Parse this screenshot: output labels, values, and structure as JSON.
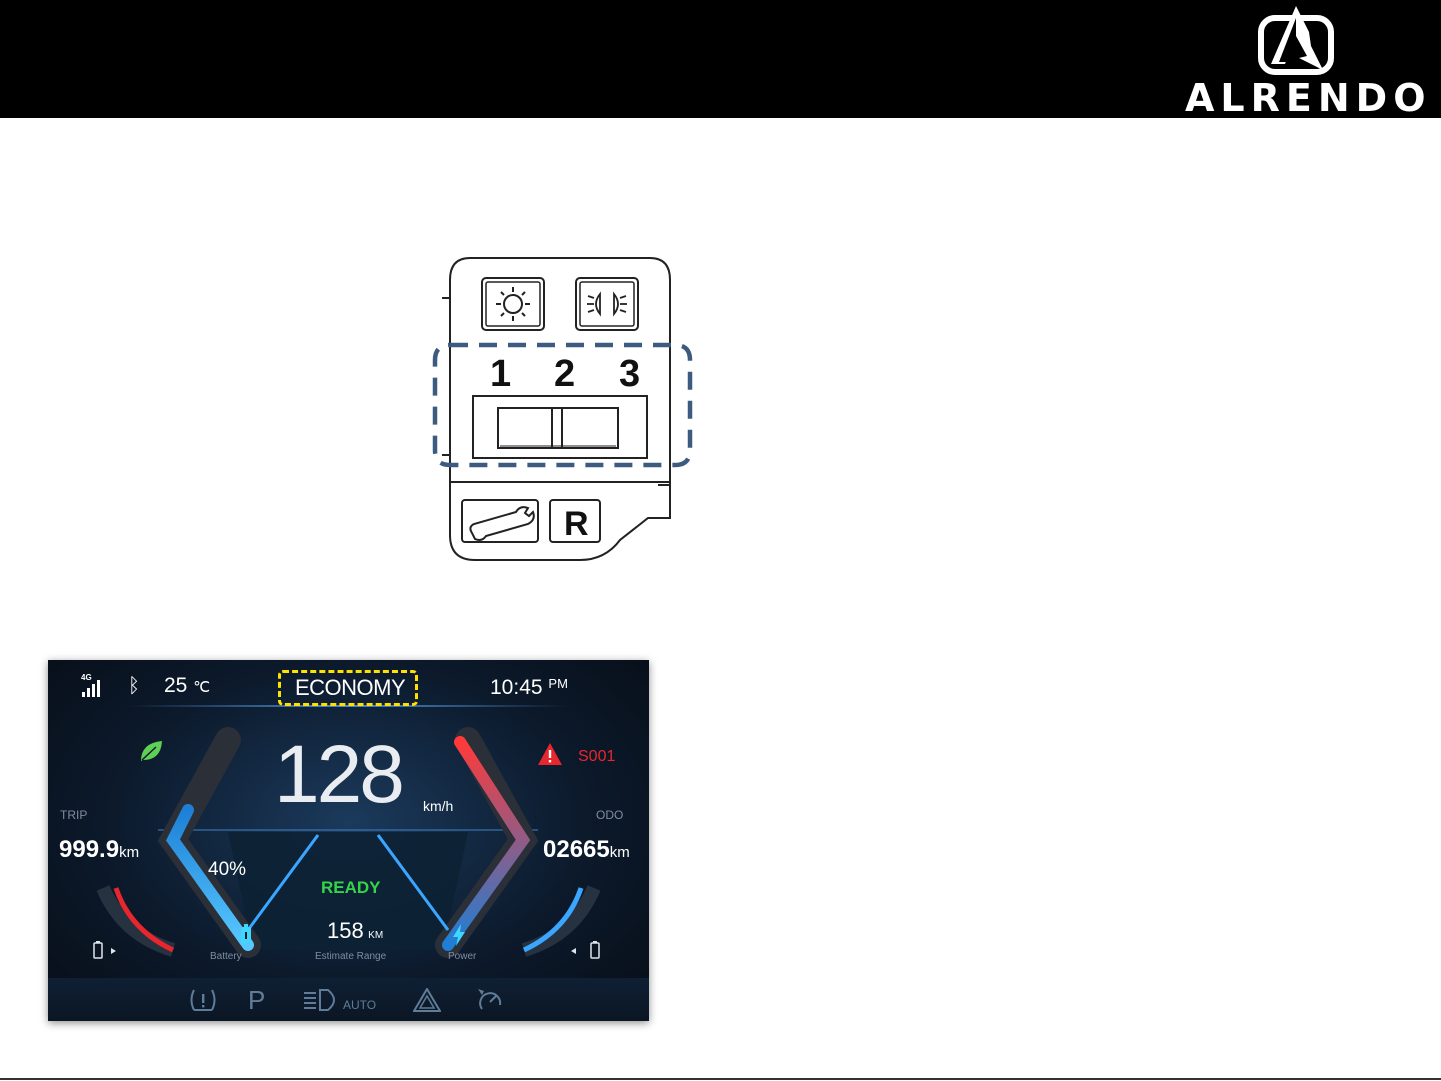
{
  "brand": {
    "name": "ALRENDO"
  },
  "control_panel": {
    "buttons_top": [
      "sun-light-icon",
      "low-beam-icon"
    ],
    "positions": [
      "1",
      "2",
      "3"
    ],
    "buttons_bottom": [
      {
        "icon": "wrench-icon"
      },
      {
        "label": "R"
      }
    ],
    "highlight_color": "#3d5a80"
  },
  "dashboard": {
    "signal": "4G",
    "temperature": "25",
    "temperature_unit": "℃",
    "mode": "ECONOMY",
    "time": "10:45",
    "time_suffix": "PM",
    "speed": "128",
    "speed_unit": "km/h",
    "warning_code": "S001",
    "trip": {
      "label": "TRIP",
      "value": "999.9",
      "unit": "km"
    },
    "odo": {
      "label": "ODO",
      "value": "02665",
      "unit": "km"
    },
    "battery_percent": "40%",
    "status": "READY",
    "range": {
      "value": "158",
      "unit": "KM",
      "label": "Estimate Range"
    },
    "battery_label": "Battery",
    "power_label": "Power",
    "bottom_icons": {
      "park_label": "P",
      "auto_label": "AUTO"
    },
    "highlight_color": "#ffe100",
    "ready_color": "#35d44a",
    "warning_color": "#e8262d"
  }
}
